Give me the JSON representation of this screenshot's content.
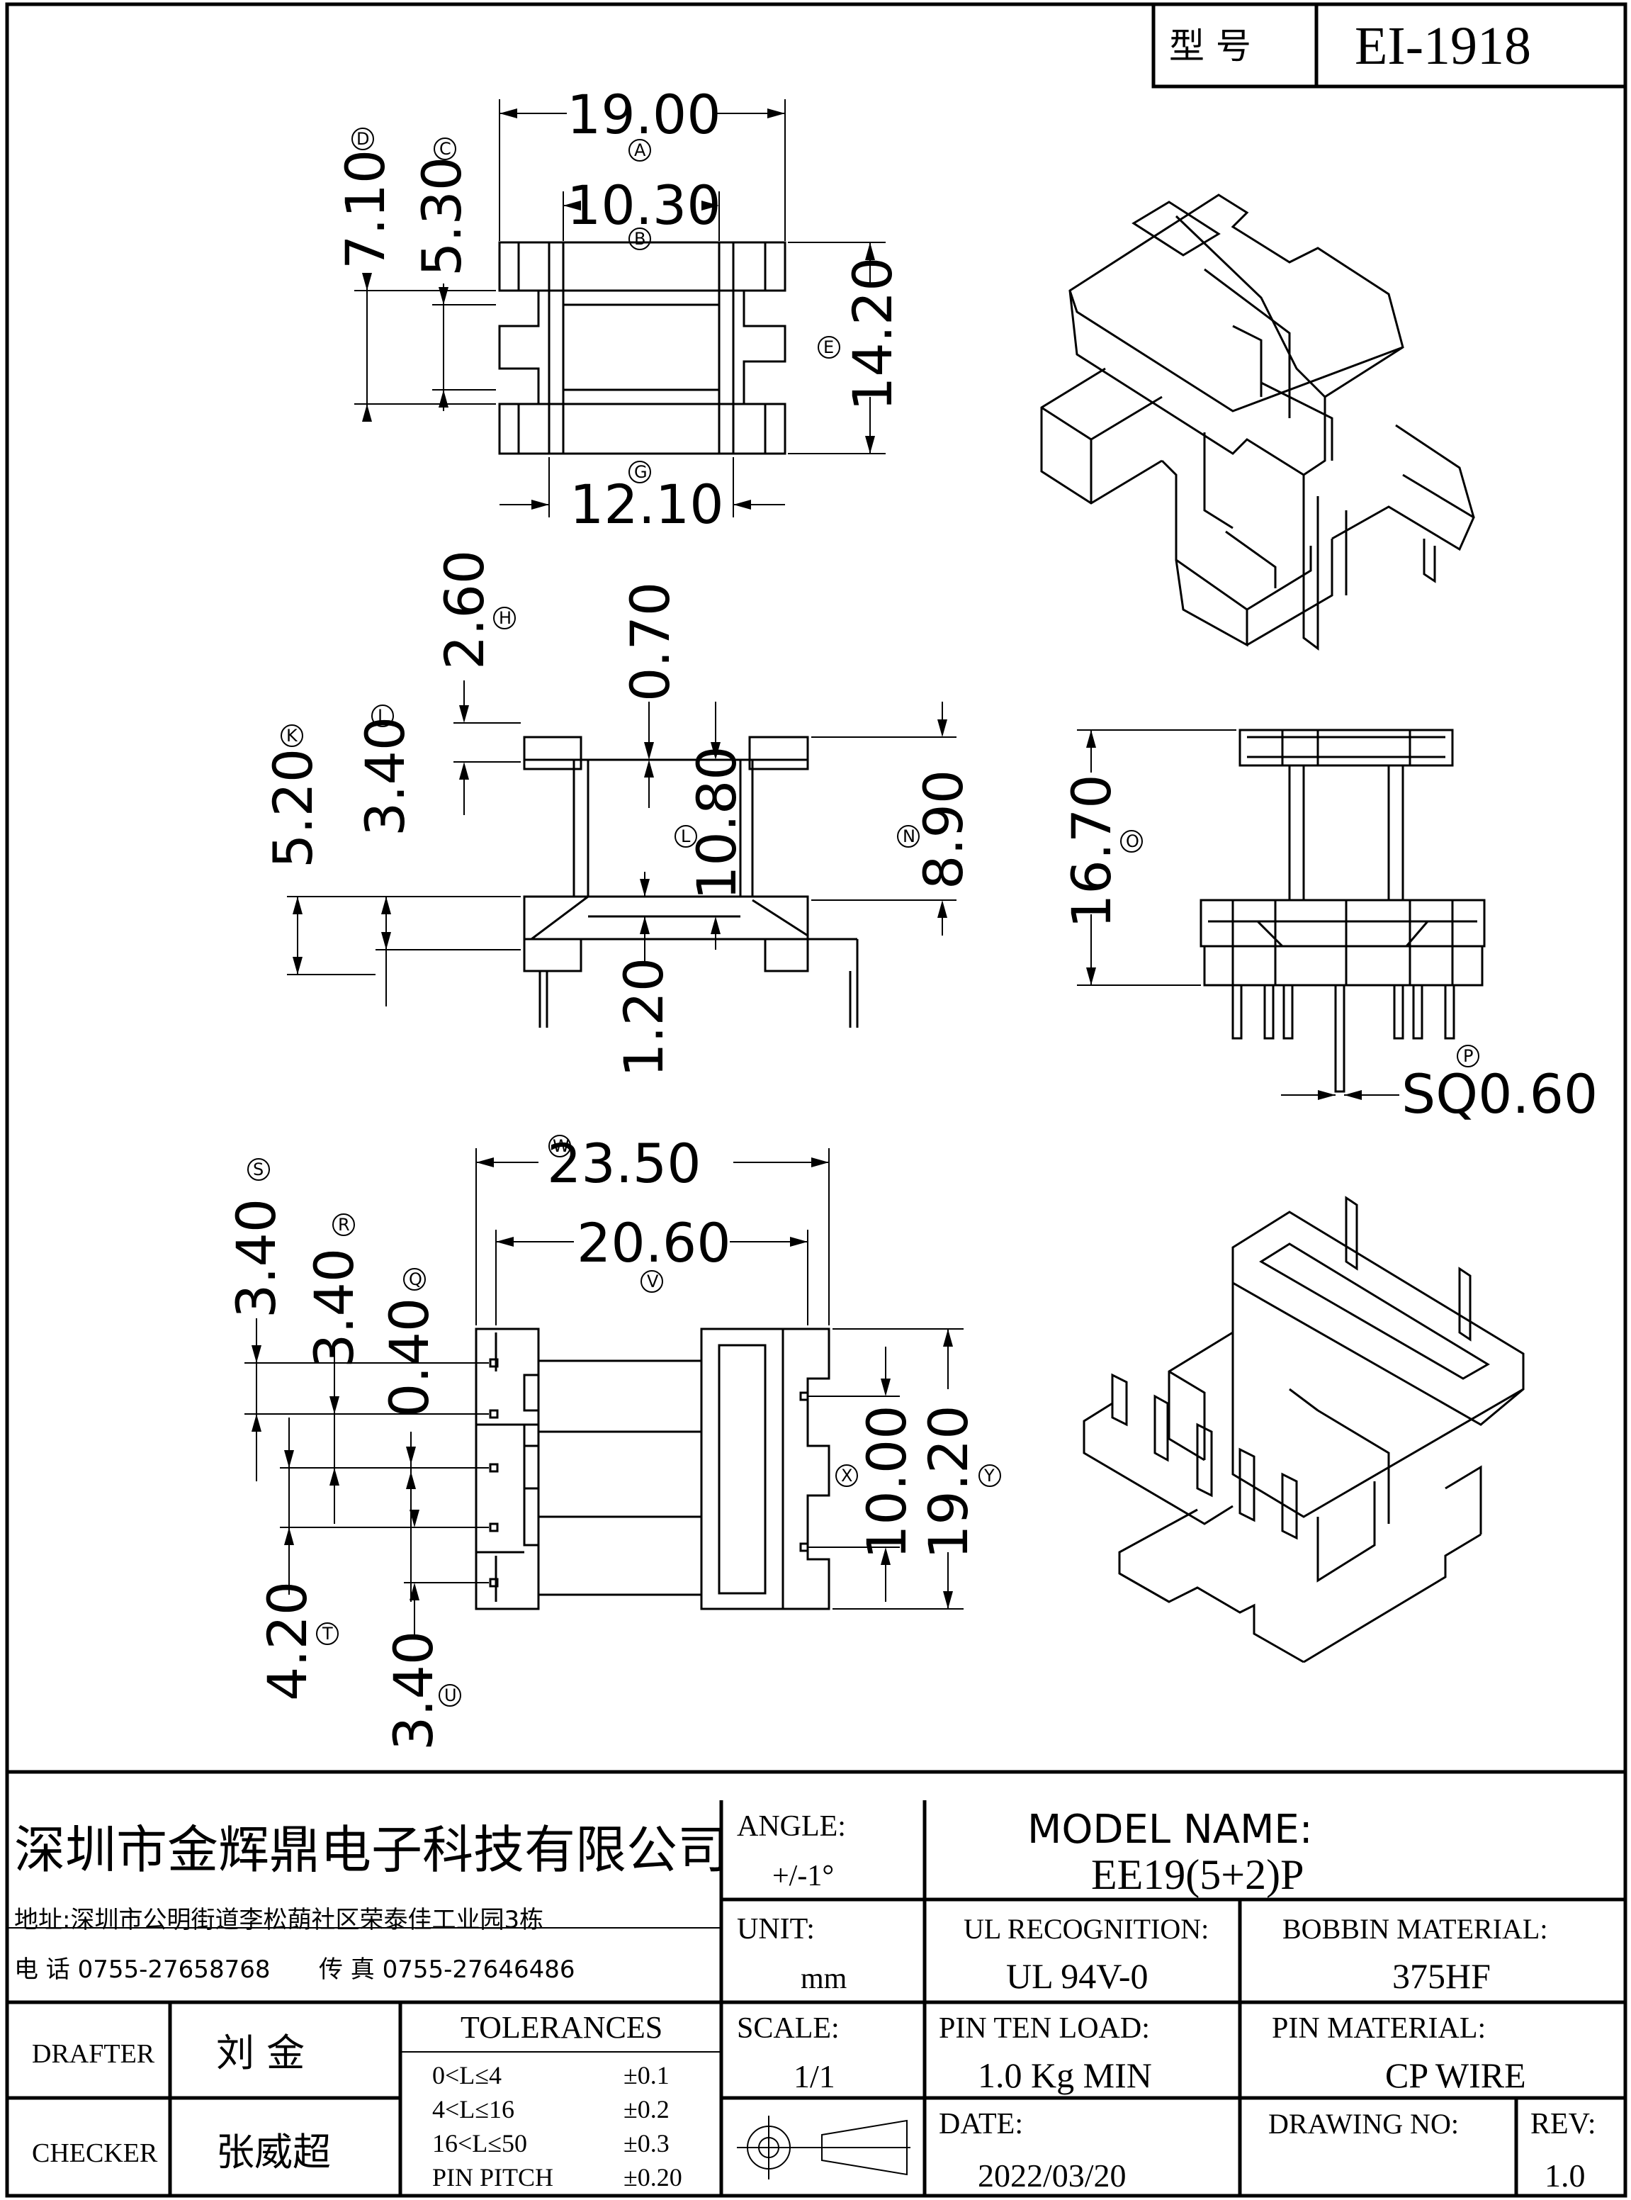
{
  "header": {
    "label": "型  号",
    "model": "EI-1918"
  },
  "dimensions": {
    "top_view": {
      "a": "19.00",
      "b": "10.30",
      "c": "5.30",
      "d": "7.10",
      "e": "14.20",
      "g": "12.10"
    },
    "side_view": {
      "h": "2.60",
      "j": "3.40",
      "k": "5.20",
      "h2": "0.70",
      "l": "10.80",
      "m": "1.20",
      "n": "8.90"
    },
    "front_view": {
      "o": "16.70",
      "p": "SQ0.60"
    },
    "bottom_view": {
      "w": "23.50",
      "v": "20.60",
      "s": "3.40",
      "r": "3.40",
      "q": "0.40",
      "t": "4.20",
      "u": "3.40",
      "x": "10.00",
      "y": "19.20"
    },
    "circle_labels": [
      "A",
      "B",
      "C",
      "D",
      "E",
      "G",
      "H",
      "J",
      "K",
      "L",
      "N",
      "O",
      "P",
      "Q",
      "R",
      "S",
      "T",
      "U",
      "V",
      "W",
      "X",
      "Y"
    ]
  },
  "title_block": {
    "company": "深圳市金辉鼎电子科技有限公司",
    "address": "地址:深圳市公明街道李松蓢社区荣泰佳工业园3栋",
    "phone": "电 话  0755-27658768",
    "fax": "传 真  0755-27646486",
    "angle_label": "ANGLE:",
    "angle_value": "+/-1°",
    "model_name_label": "MODEL NAME:",
    "model_name_value": "EE19(5+2)P",
    "unit_label": "UNIT:",
    "unit_value": "mm",
    "ul_label": "UL RECOGNITION:",
    "ul_value": "UL 94V-0",
    "bobbin_label": "BOBBIN MATERIAL:",
    "bobbin_value": "375HF",
    "drafter_label": "DRAFTER",
    "drafter_name": "刘  金",
    "checker_label": "CHECKER",
    "checker_name": "张威超",
    "tolerances_label": "TOLERANCES",
    "tolerances": [
      {
        "range": "0<L≤4",
        "value": "±0.1"
      },
      {
        "range": "4<L≤16",
        "value": "±0.2"
      },
      {
        "range": "16<L≤50",
        "value": "±0.3"
      },
      {
        "range": "PIN PITCH",
        "value": "±0.20"
      }
    ],
    "scale_label": "SCALE:",
    "scale_value": "1/1",
    "pin_load_label": "PIN TEN LOAD:",
    "pin_load_value": "1.0 Kg MIN",
    "pin_material_label": "PIN MATERIAL:",
    "pin_material_value": "CP WIRE",
    "date_label": "DATE:",
    "date_value": "2022/03/20",
    "drawing_no_label": "DRAWING NO:",
    "rev_label": "REV:",
    "rev_value": "1.0"
  }
}
